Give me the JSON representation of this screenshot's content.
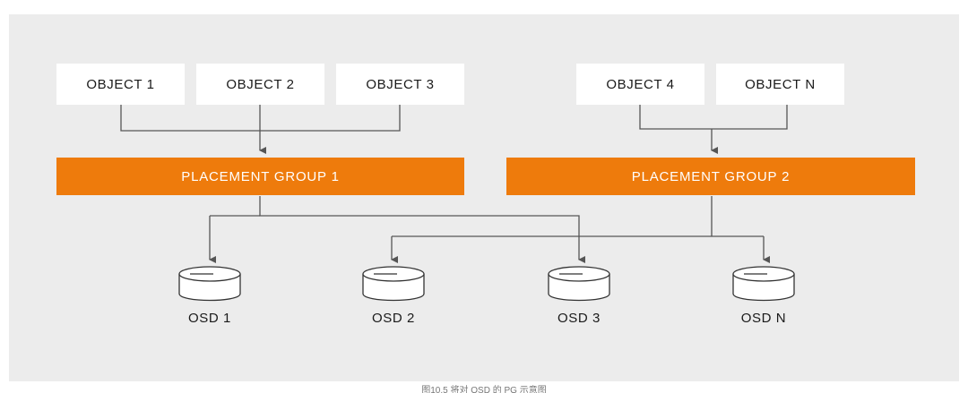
{
  "objects": [
    {
      "label": "OBJECT 1"
    },
    {
      "label": "OBJECT 2"
    },
    {
      "label": "OBJECT 3"
    },
    {
      "label": "OBJECT 4"
    },
    {
      "label": "OBJECT N"
    }
  ],
  "placement_groups": [
    {
      "label": "PLACEMENT GROUP 1"
    },
    {
      "label": "PLACEMENT GROUP 2"
    }
  ],
  "osds": [
    {
      "label": "OSD 1"
    },
    {
      "label": "OSD 2"
    },
    {
      "label": "OSD 3"
    },
    {
      "label": "OSD N"
    }
  ],
  "caption": "图10.5 将对 OSD 的 PG 示意图",
  "colors": {
    "placement_group": "#ee7b0c",
    "background": "#ececec",
    "connector": "#555555"
  }
}
